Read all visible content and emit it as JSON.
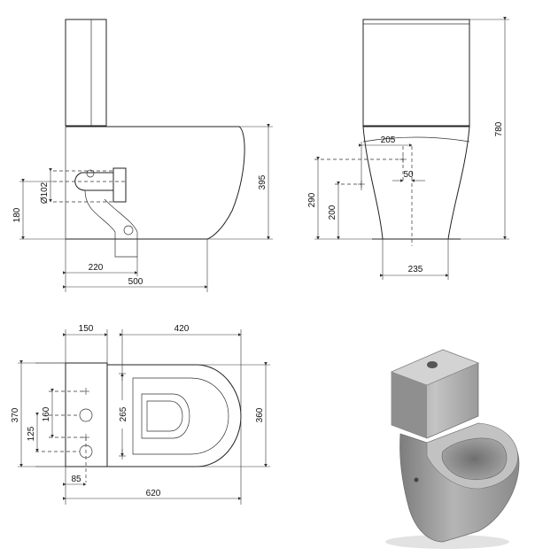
{
  "dimensions": {
    "side_view": {
      "overall_length": "500",
      "outlet_offset": "220",
      "bowl_height": "395",
      "outlet_height": "180",
      "outlet_diameter": "Ø102"
    },
    "front_view": {
      "total_height": "780",
      "inlet_height": "290",
      "inlet_lower_height": "200",
      "inlet_offset": "205",
      "inlet_spacing": "50",
      "base_width": "235"
    },
    "top_view": {
      "cistern_depth": "150",
      "bowl_length": "420",
      "total_length": "620",
      "width": "370",
      "bowl_width": "360",
      "bowl_opening": "265",
      "hole_spacing": "160",
      "hole_lower_spacing": "125",
      "hole_offset": "85"
    }
  },
  "colors": {
    "line": "#222222",
    "render_light": "#c9c9c9",
    "render_mid": "#9a9a9a",
    "render_dark": "#6e6e6e"
  }
}
